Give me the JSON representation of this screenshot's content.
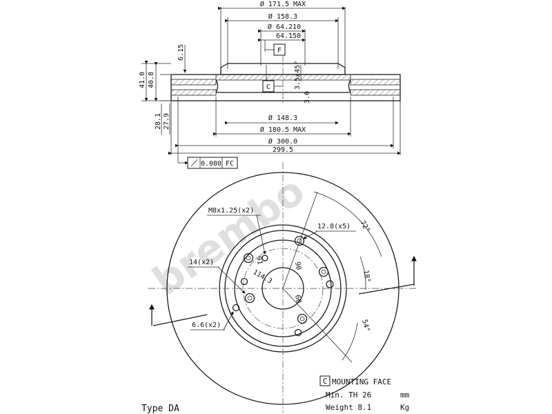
{
  "section_dims": {
    "d_171_5": "Ø 171.5 MAX",
    "d_158_3": "Ø 158.3",
    "d_64_210": "Ø 64.210",
    "d_64_150": "64.150",
    "d_148_3": "Ø 148.3",
    "d_180_5": "Ø 180.5 MAX",
    "d_300": "Ø 300.0",
    "d_299_5": "299.5",
    "h_6_15": "6.15",
    "h_41_0": "41.0",
    "h_40_8": "40.8",
    "h_28_1": "28.1",
    "h_27_9": "27.9",
    "chamfer": "3.5x45°",
    "h_3_0": "3.0",
    "datum_f": "F",
    "datum_c": "C",
    "tolerance_value": "0.080",
    "tolerance_ref": "FC"
  },
  "front_view": {
    "bolt_thread": "M8x1.25(x2)",
    "hole_14": "14(x2)",
    "hole_12_8": "12.8(x5)",
    "hole_6_6": "6.6(x2)",
    "pcd": "114.3",
    "angle_72": "72°",
    "angle_18": "18°",
    "angle_54": "54°",
    "d_60": "60",
    "d_90": "90",
    "d_91": "91"
  },
  "notes": {
    "mounting_symbol": "C",
    "mounting_face": "MOUNTING FACE",
    "min_th_label": "Min. TH 26",
    "min_th_unit": "mm",
    "weight_label": "Weight 8.1",
    "weight_unit": "Kg",
    "type": "Type DA"
  },
  "watermark": "brembo"
}
